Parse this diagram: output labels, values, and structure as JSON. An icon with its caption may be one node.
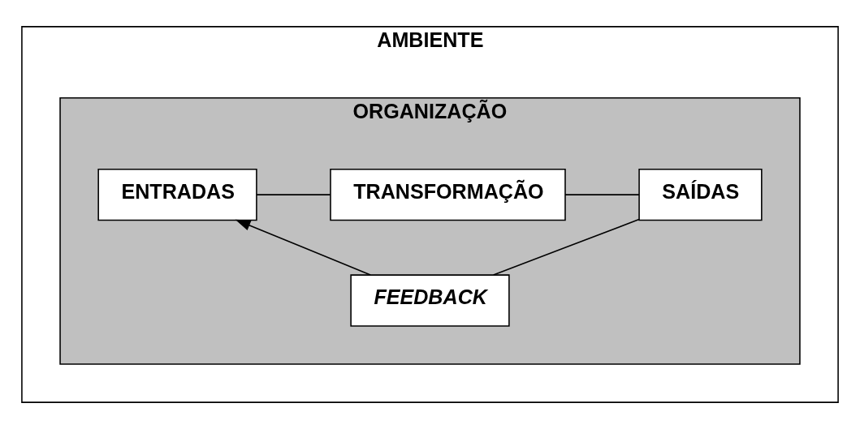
{
  "diagram": {
    "nodes": [
      {
        "text": [
          "AMBIENTE"
        ]
      },
      {
        "text": [
          "ORGANIZAÇÃO"
        ],
        "in": 0
      },
      {
        "text": [
          "ENTRADAS"
        ],
        "in": 1
      },
      {
        "text": [
          "TRANSFORMAÇÃO"
        ],
        "in": 1
      },
      {
        "text": [
          "SAÍDAS"
        ],
        "in": 1
      },
      {
        "text": [
          "FEEDBACK"
        ],
        "in": 1
      }
    ],
    "edges": [
      {
        "from": 2,
        "to": 3,
        "arrow": "none"
      },
      {
        "from": 3,
        "to": 4,
        "arrow": "none"
      },
      {
        "from": 4,
        "to": 5,
        "arrow": "none"
      },
      {
        "from": 5,
        "to": 2,
        "arrow": "to"
      }
    ]
  }
}
